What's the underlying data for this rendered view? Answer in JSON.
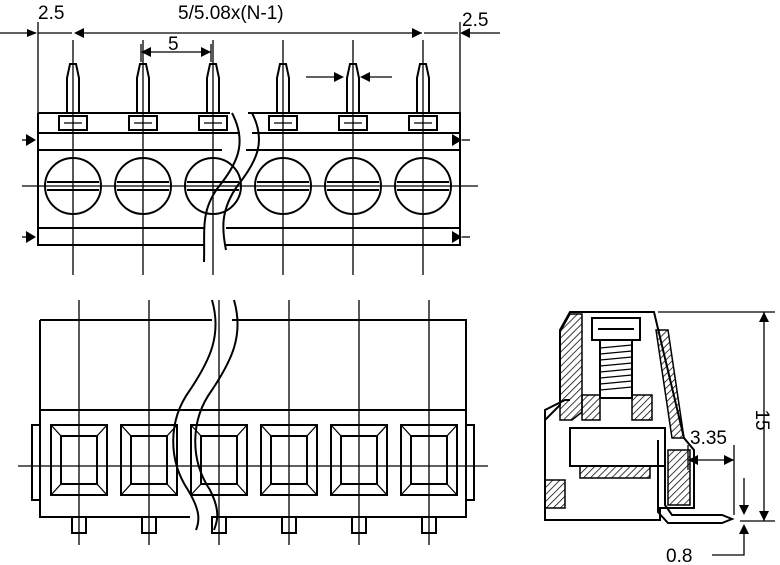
{
  "dimensions": {
    "edge_left": "2.5",
    "edge_right": "2.5",
    "pitch_formula": "5/5.08x(N-1)",
    "pitch": "5",
    "height": "15",
    "pin_offset": "3.35",
    "pin_thickness": "0.8"
  },
  "views": {
    "top_view": {
      "pin_count": 6
    },
    "front_view": {
      "window_count": 6
    },
    "side_view": {}
  }
}
